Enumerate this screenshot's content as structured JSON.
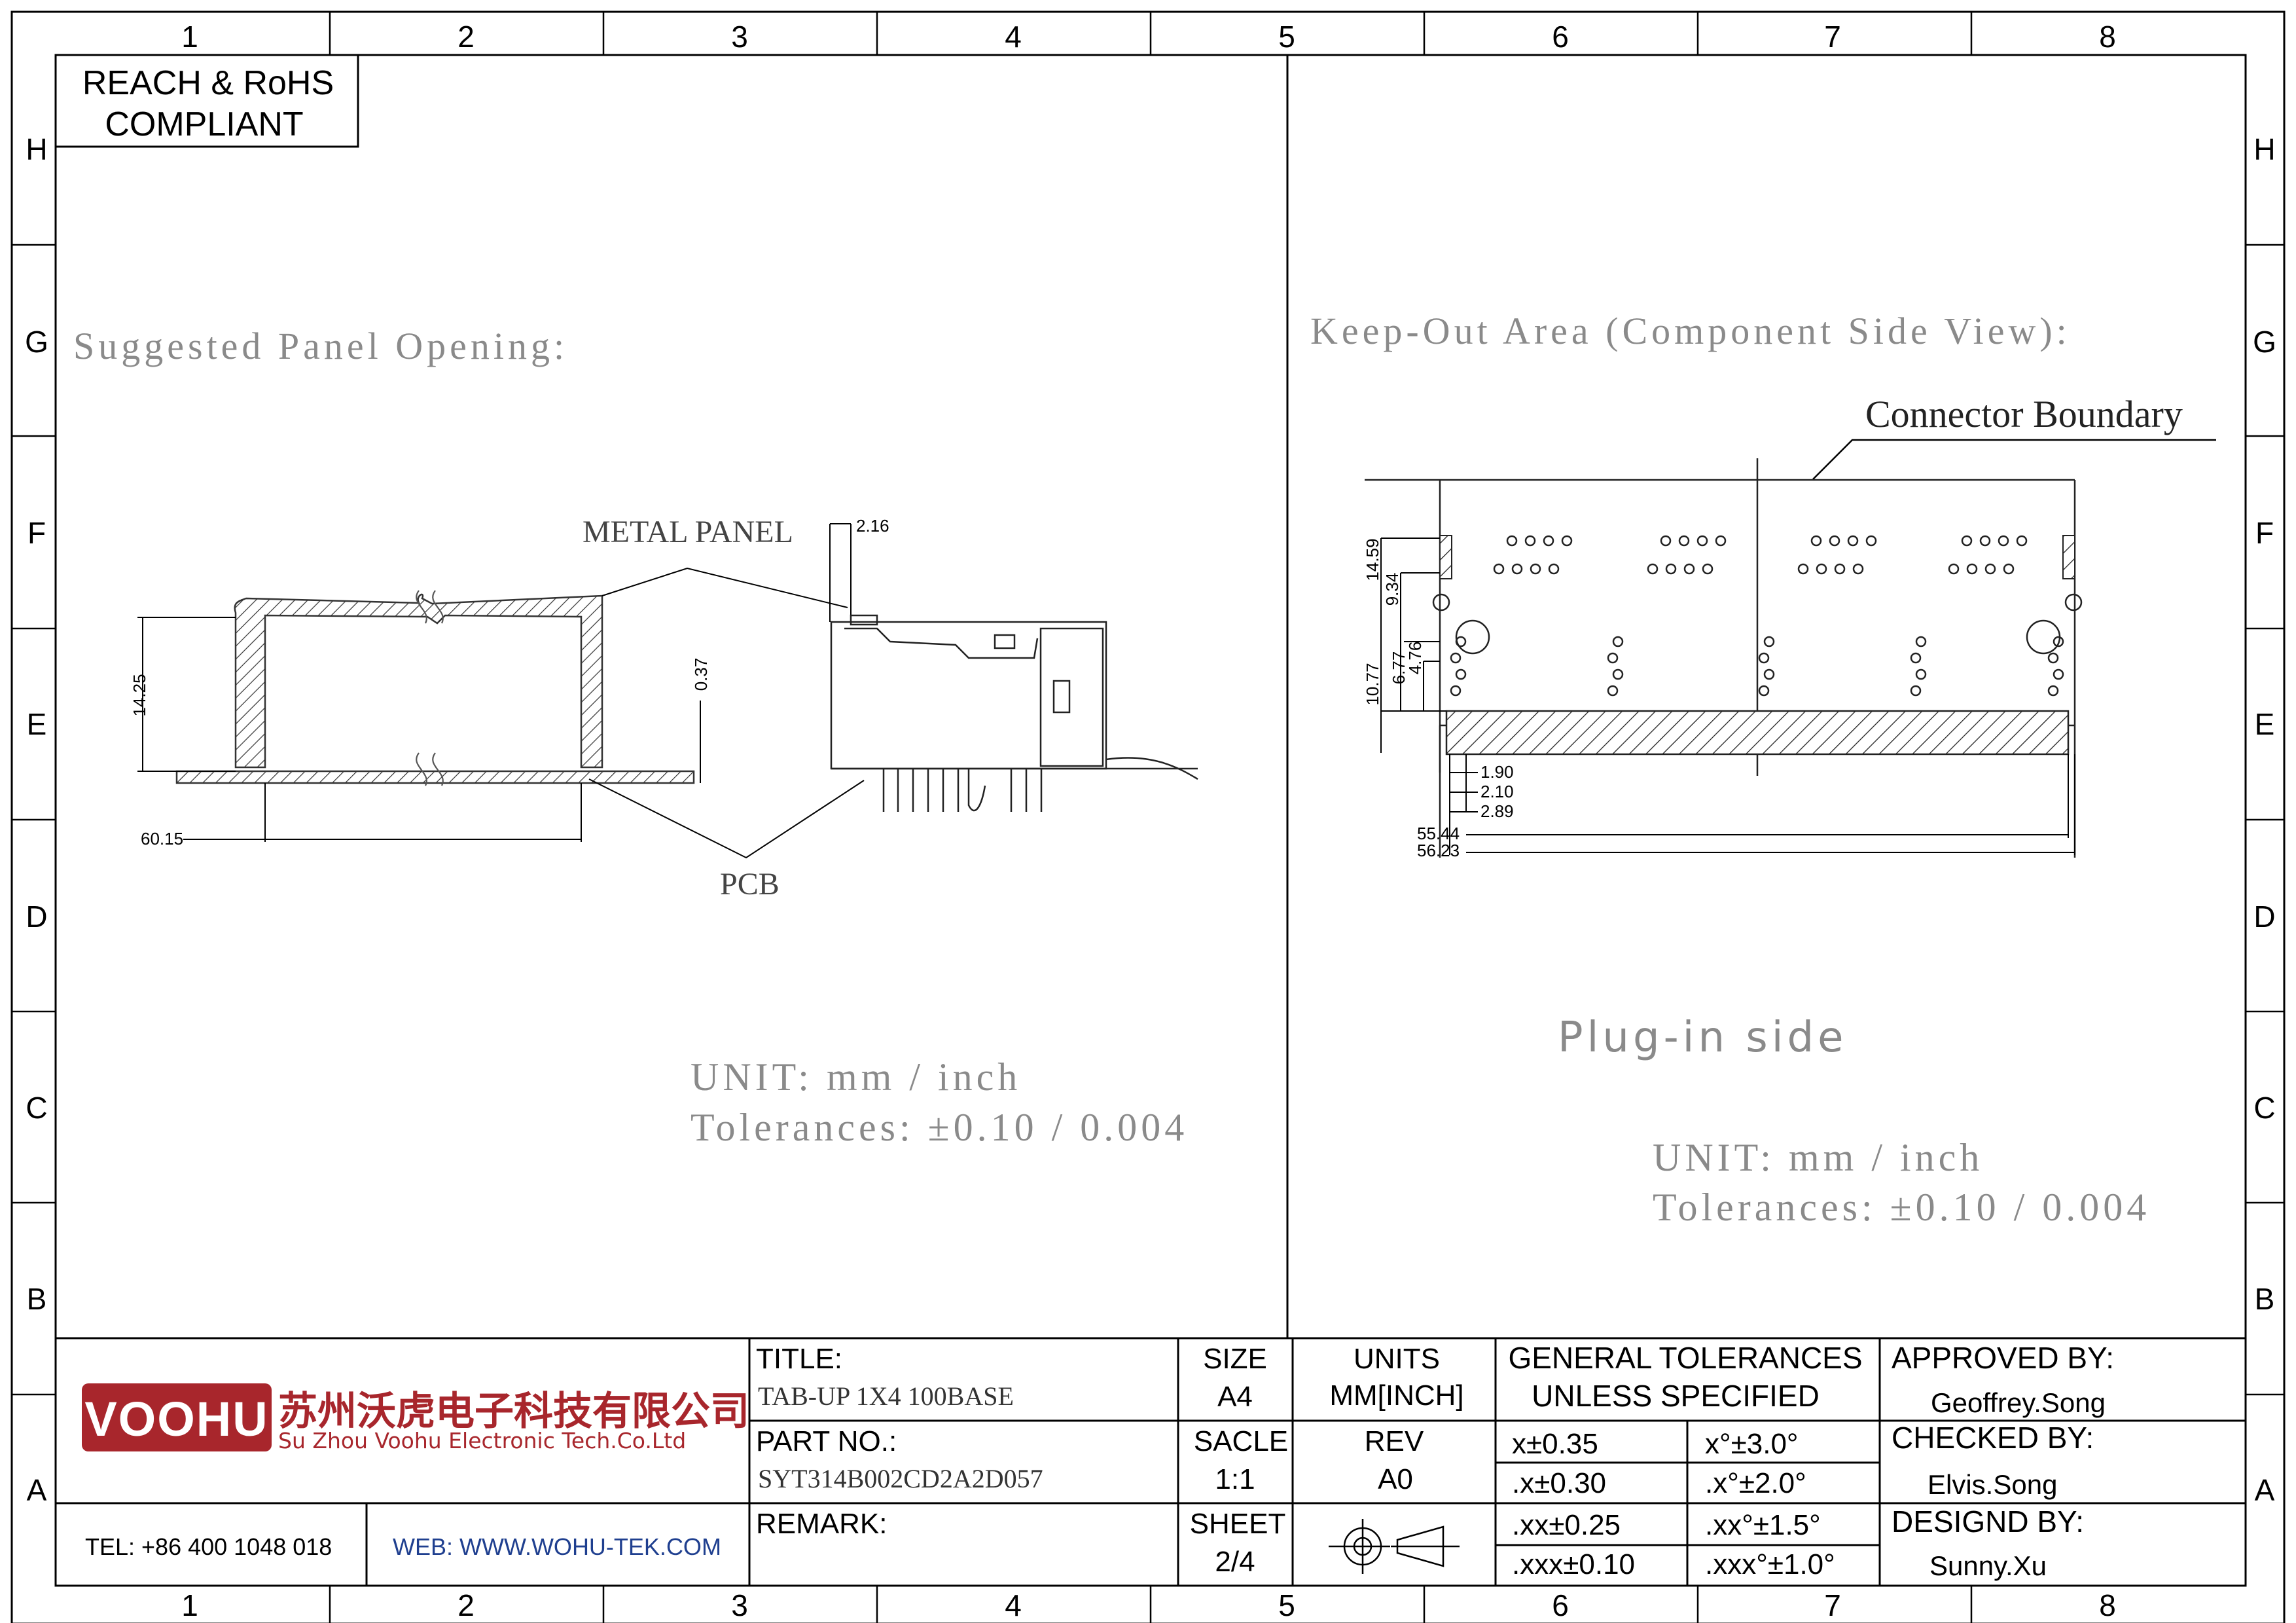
{
  "frame": {
    "columns": [
      "1",
      "2",
      "3",
      "4",
      "5",
      "6",
      "7",
      "8"
    ],
    "rows": [
      "H",
      "G",
      "F",
      "E",
      "D",
      "C",
      "B",
      "A"
    ]
  },
  "compliance": {
    "line1": "REACH & RoHS",
    "line2": "COMPLIANT"
  },
  "left_view": {
    "heading": "Suggested Panel Opening:",
    "metal_panel_label": "METAL PANEL",
    "pcb_label": "PCB",
    "dimensions": {
      "height": "14.25",
      "width": "60.15",
      "pcb_gap": "0.37",
      "panel_thickness": "2.16"
    },
    "unit_line": "UNIT: mm / inch",
    "tolerance_line": "Tolerances: ±0.10 / 0.004"
  },
  "right_view": {
    "heading": "Keep-Out Area (Component Side View):",
    "boundary_label": "Connector Boundary",
    "plug_in_label": "Plug-in side",
    "dimensions": {
      "v1": "14.59",
      "v2": "9.34",
      "v3": "10.77",
      "v4": "6.77",
      "v5": "4.76",
      "h1": "1.90",
      "h2": "2.10",
      "h3": "2.89",
      "h4": "55.44",
      "h5": "56.23"
    },
    "unit_line": "UNIT: mm / inch",
    "tolerance_line": "Tolerances: ±0.10 / 0.004"
  },
  "title_block": {
    "logo_text": "VOOHU",
    "company_cn": "苏州沃虎电子科技有限公司",
    "company_en": "Su Zhou Voohu Electronic Tech.Co.Ltd",
    "tel": "TEL: +86 400 1048 018",
    "web": "WEB: WWW.WOHU-TEK.COM",
    "title_label": "TITLE:",
    "title_value": "TAB-UP 1X4 100BASE",
    "part_label": "PART NO.:",
    "part_value": "SYT314B002CD2A2D057",
    "remark_label": "REMARK:",
    "size_label": "SIZE",
    "size_value": "A4",
    "scale_label": "SACLE",
    "scale_value": "1:1",
    "sheet_label": "SHEET",
    "sheet_value": "2/4",
    "units_label": "UNITS",
    "units_value": "MM[INCH]",
    "rev_label": "REV",
    "rev_value": "A0",
    "gt_line1": "GENERAL TOLERANCES",
    "gt_line2": "UNLESS SPECIFIED",
    "tolerances": [
      {
        "linear": "x±0.35",
        "angular": "x°±3.0°"
      },
      {
        "linear": ".x±0.30",
        "angular": ".x°±2.0°"
      },
      {
        "linear": ".xx±0.25",
        "angular": ".xx°±1.5°"
      },
      {
        "linear": ".xxx±0.10",
        "angular": ".xxx°±1.0°"
      }
    ],
    "approved_label": "APPROVED BY:",
    "approved_value": "Geoffrey.Song",
    "checked_label": "CHECKED BY:",
    "checked_value": "Elvis.Song",
    "designed_label": "DESIGND BY:",
    "designed_value": "Sunny.Xu"
  },
  "colors": {
    "logo_red": "#a8262c",
    "link_blue": "#1f3f8f",
    "heading_gray": "#8a8a8a"
  }
}
